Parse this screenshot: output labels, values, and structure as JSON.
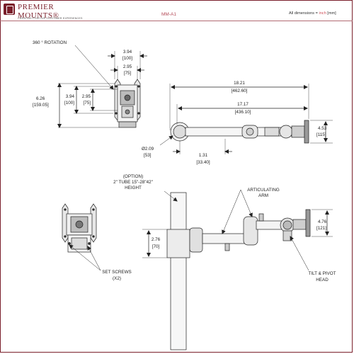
{
  "header": {
    "brand_line1": "PREMIER",
    "brand_line2": "MOUNTS",
    "registered": "®",
    "tagline": "CREATING POSITIVE CUSTOMER EXPERIENCES",
    "model": "MM-A1",
    "dims_prefix": "All dimensions = ",
    "dims_unit": "inch",
    "dims_suffix": " [mm]"
  },
  "labels": {
    "rotation": "360 ° ROTATION",
    "top_w_in": "3.94",
    "top_w_mm": "[100]",
    "top_w2_in": "2.95",
    "top_w2_mm": "[75]",
    "left_h_in": "6.26",
    "left_h_mm": "[159.05]",
    "left_h2_in": "3.94",
    "left_h2_mm": "[100]",
    "left_h3_in": "2.95",
    "left_h3_mm": "[75]",
    "overall_in": "18.21",
    "overall_mm": "[462.60]",
    "reach_in": "17.17",
    "reach_mm": "[436.10]",
    "plate_in": "4.53",
    "plate_mm": "[115]",
    "clamp_dia_in": "Ø2.09",
    "clamp_dia_mm": "[53]",
    "offset_in": "1.31",
    "offset_mm": "[33.40]",
    "option_l1": "(OPTION)",
    "option_l2": "2\" TUBE 15\"-28\"42\"",
    "option_l3": "HEIGHT",
    "articulating_l1": "ARTICULATING",
    "articulating_l2": "ARM",
    "clamp_h_in": "2.76",
    "clamp_h_mm": "[70]",
    "head_h_in": "4.76",
    "head_h_mm": "[121]",
    "set_screws_l1": "SET SCREWS",
    "set_screws_l2": "(X2)",
    "tilt_l1": "TILT & PIVOT",
    "tilt_l2": "HEAD"
  }
}
